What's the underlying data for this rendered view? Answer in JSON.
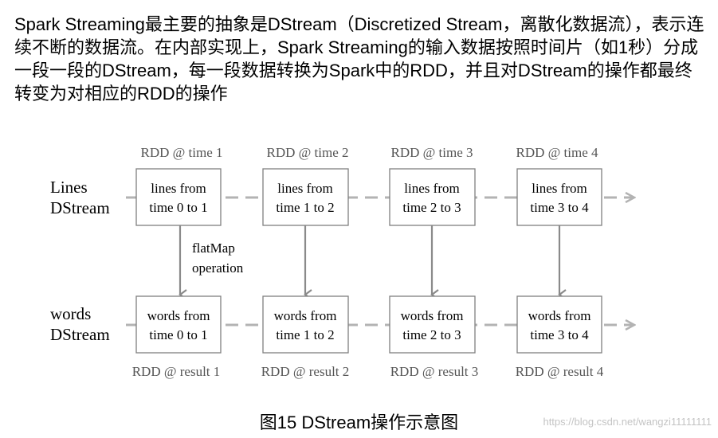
{
  "intro_text": "Spark Streaming最主要的抽象是DStream（Discretized Stream，离散化数据流），表示连续不断的数据流。在内部实现上，Spark Streaming的输入数据按照时间片（如1秒）分成一段一段的DStream，每一段数据转换为Spark中的RDD，并且对DStream的操作都最终转变为对相应的RDD的操作",
  "diagram": {
    "lines_label": [
      "Lines",
      "DStream"
    ],
    "words_label": [
      "words",
      "DStream"
    ],
    "operation_label": [
      "flatMap",
      "operation"
    ],
    "top_rdd_labels": [
      "RDD @ time 1",
      "RDD @ time 2",
      "RDD @ time 3",
      "RDD @ time 4"
    ],
    "bottom_rdd_labels": [
      "RDD @ result 1",
      "RDD @ result 2",
      "RDD @ result 3",
      "RDD @ result 4"
    ],
    "lines_boxes": [
      [
        "lines from",
        "time 0 to 1"
      ],
      [
        "lines from",
        "time 1 to 2"
      ],
      [
        "lines from",
        "time 2 to 3"
      ],
      [
        "lines from",
        "time 3 to 4"
      ]
    ],
    "words_boxes": [
      [
        "words from",
        "time 0 to 1"
      ],
      [
        "words from",
        "time 1 to 2"
      ],
      [
        "words from",
        "time 2 to 3"
      ],
      [
        "words from",
        "time 3 to 4"
      ]
    ],
    "colors": {
      "stream_line": "#b3b3b3",
      "box_border": "#7f7f7f",
      "label_gray": "#555555"
    }
  },
  "caption": "图15 DStream操作示意图",
  "watermark": "https://blog.csdn.net/wangzi11111111"
}
